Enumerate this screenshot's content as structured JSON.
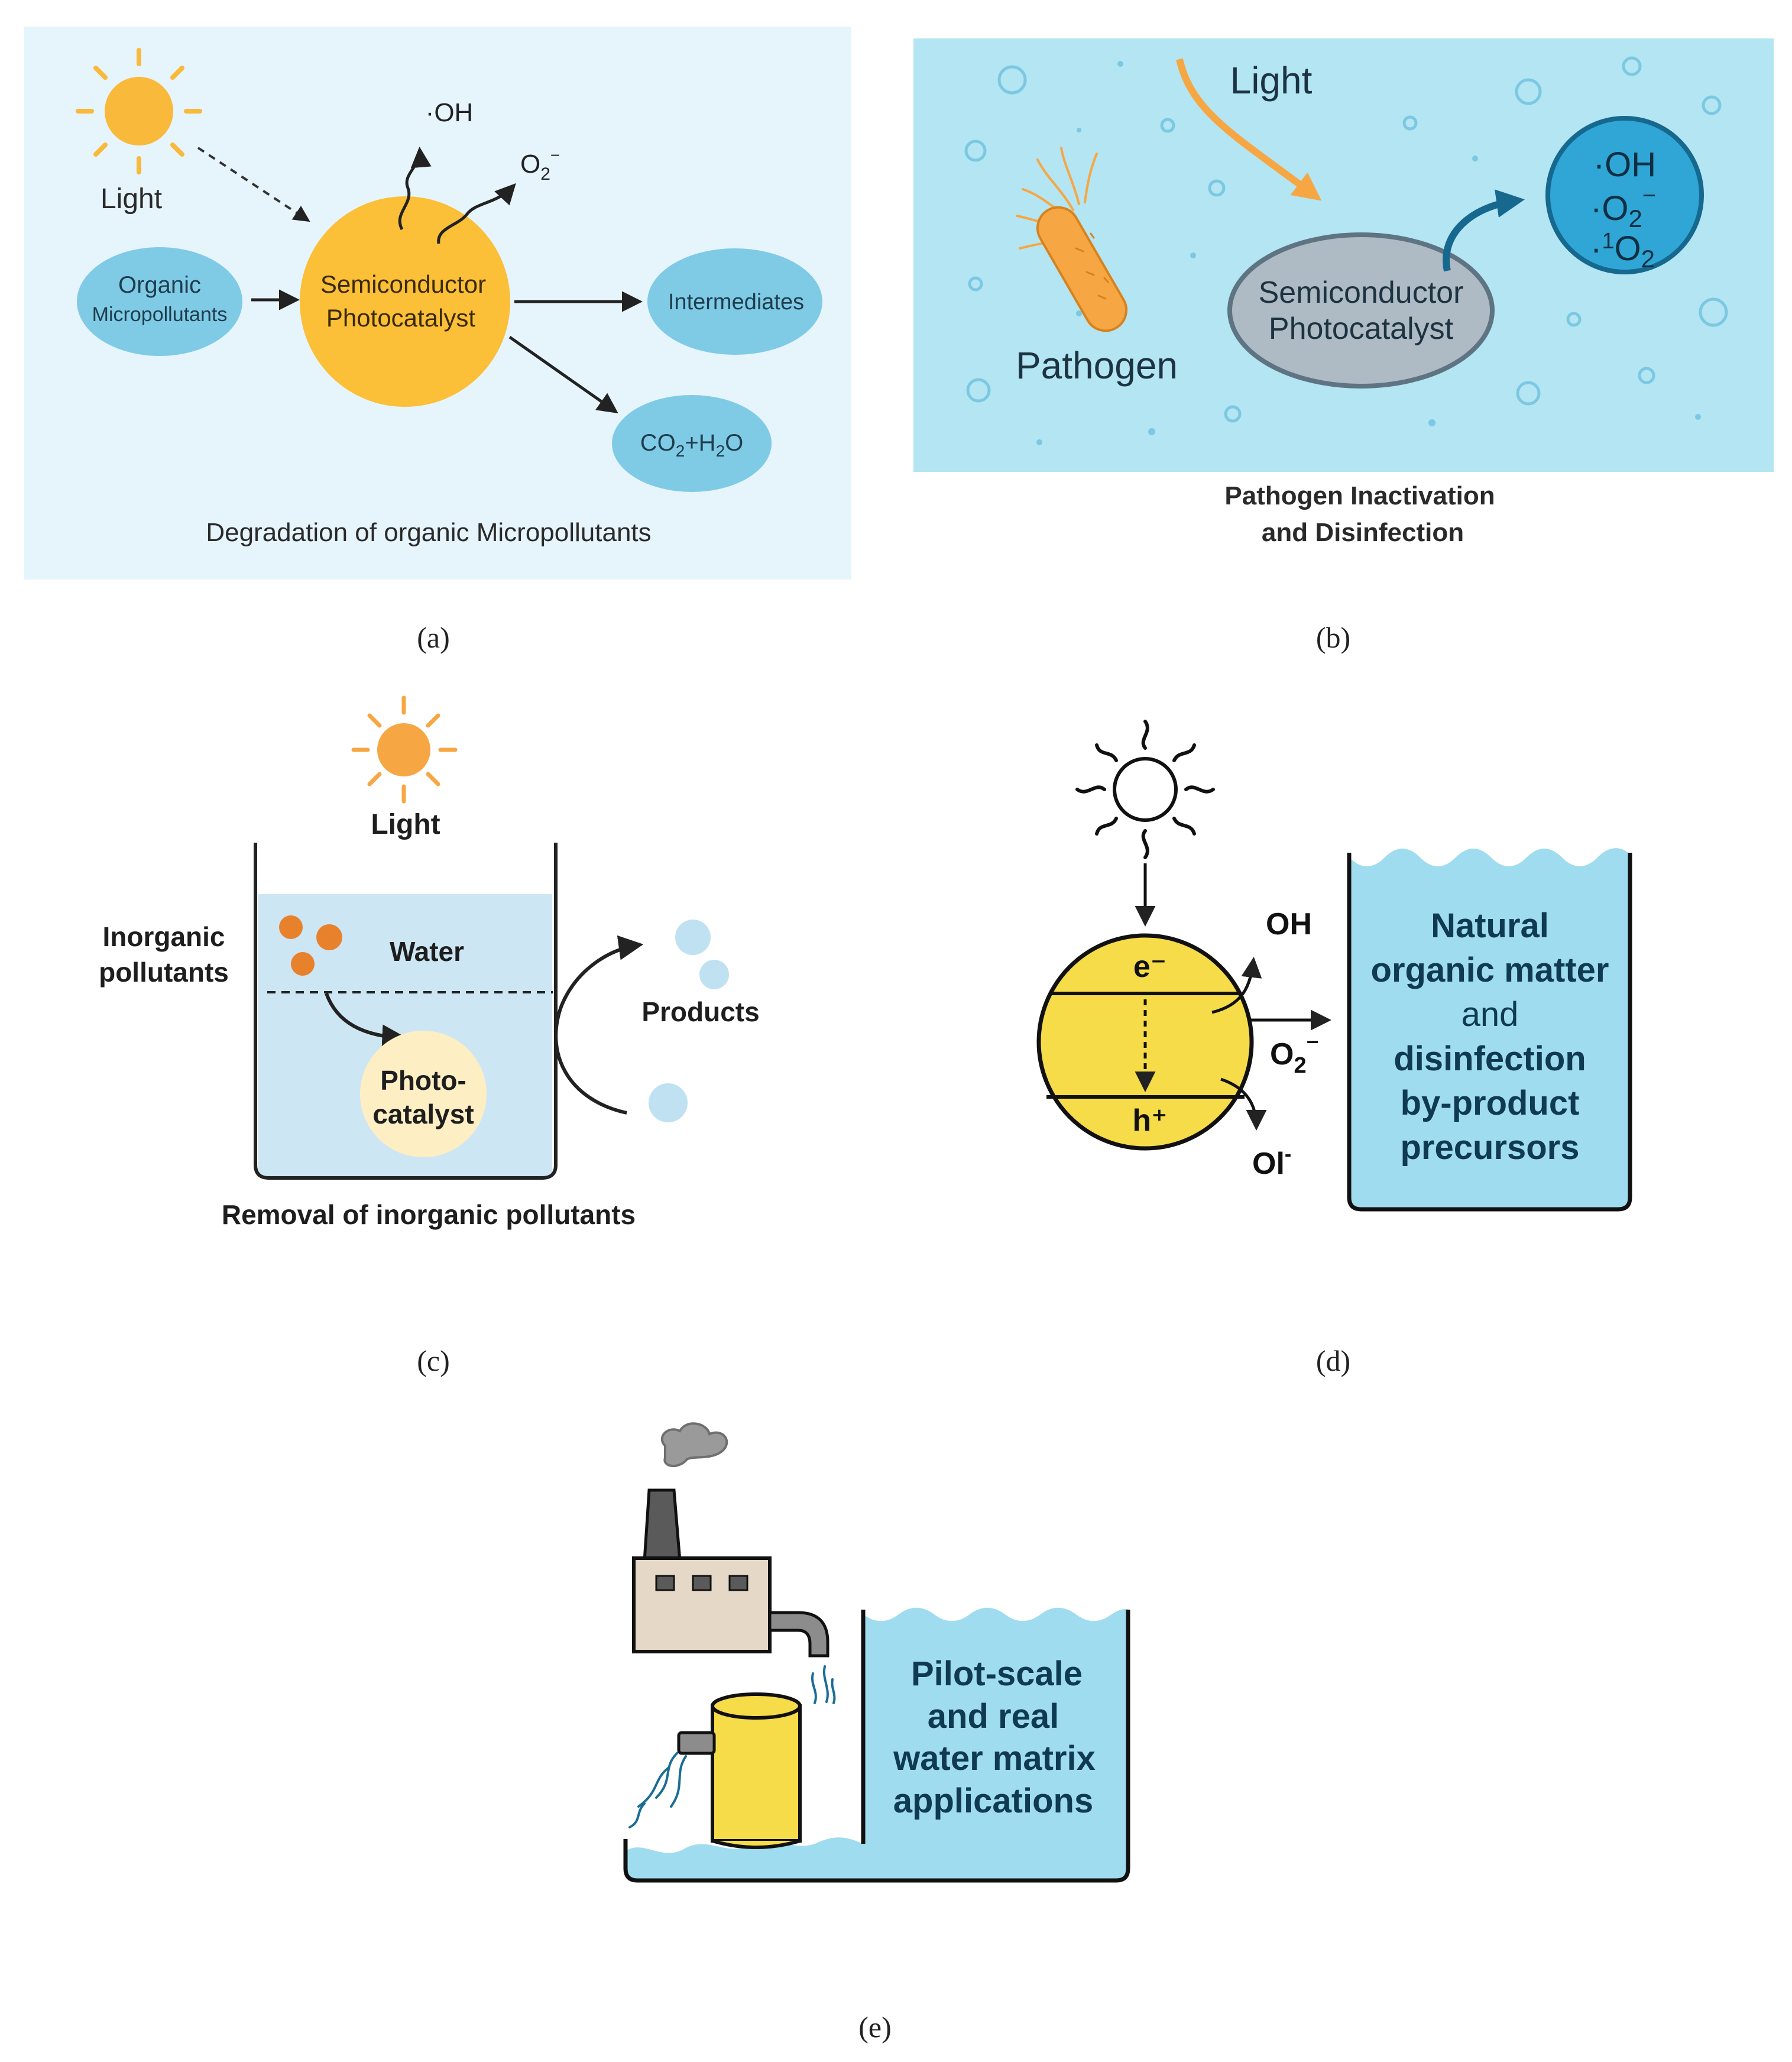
{
  "panel_a": {
    "light_label": "Light",
    "oh_label": "·OH",
    "o2_label": "O",
    "o2_sub": "2",
    "o2_sup": "−",
    "organic_line1": "Organic",
    "organic_line2": "Micropollutants",
    "catalyst_line1": "Semiconductor",
    "catalyst_line2": "Photocatalyst",
    "intermediates_label": "Intermediates",
    "co2_c": "CO",
    "co2_sub": "2",
    "co2_plus": "+H",
    "h2o_sub": "2",
    "h2o_o": "O",
    "caption": "Degradation of organic Micropollutants",
    "tag": "(a)"
  },
  "panel_b": {
    "light_label": "Light",
    "pathogen_label": "Pathogen",
    "catalyst_line1": "Semiconductor",
    "catalyst_line2": "Photocatalyst",
    "ros_oh": "·OH",
    "ros_o2": "·O",
    "ros_o2_sub": "2",
    "ros_o2_sup": "−",
    "ros_1o2_pre": "·",
    "ros_1o2_sup": "1",
    "ros_1o2": "O",
    "ros_1o2_sub": "2",
    "caption_line1": "Pathogen Inactivation",
    "caption_line2": "and Disinfection",
    "tag": "(b)"
  },
  "panel_c": {
    "light_label": "Light",
    "water_label": "Water",
    "inorganic_line1": "Inorganic",
    "inorganic_line2": "pollutants",
    "products_label": "Products",
    "photocatalyst_line1": "Photo-",
    "photocatalyst_line2": "catalyst",
    "caption": "Removal of inorganic pollutants",
    "tag": "(c)"
  },
  "panel_d": {
    "electron": "e⁻",
    "hole": "h⁺",
    "oh_label": "OH",
    "o2_label": "O",
    "o2_sub": "2",
    "o2_sup": "−",
    "ol_label": "Ol",
    "ol_sup": "-",
    "tank_lines": [
      "Natural",
      "organic matter",
      "and",
      "disinfection",
      "by-product",
      "precursors"
    ],
    "tag": "(d)"
  },
  "panel_e": {
    "tank_lines": [
      "Pilot-scale",
      "and real",
      "water matrix",
      "applications"
    ],
    "tag": "(e)"
  },
  "colors": {
    "panel_a_bg": "#e6f4fc",
    "panel_b_bg": "#b3e5f2",
    "sun": "#f9b93a",
    "catalyst": "#fbbf38",
    "blue_ellipse": "#7fcbe6",
    "ros_circle": "#2fa6d6",
    "dark_navy": "#0f3a52",
    "tank_fill": "#9fdcef",
    "yellow_d": "#f7dc4a",
    "orange_light": "#f6a744",
    "pollutant_orange": "#e8812c"
  }
}
